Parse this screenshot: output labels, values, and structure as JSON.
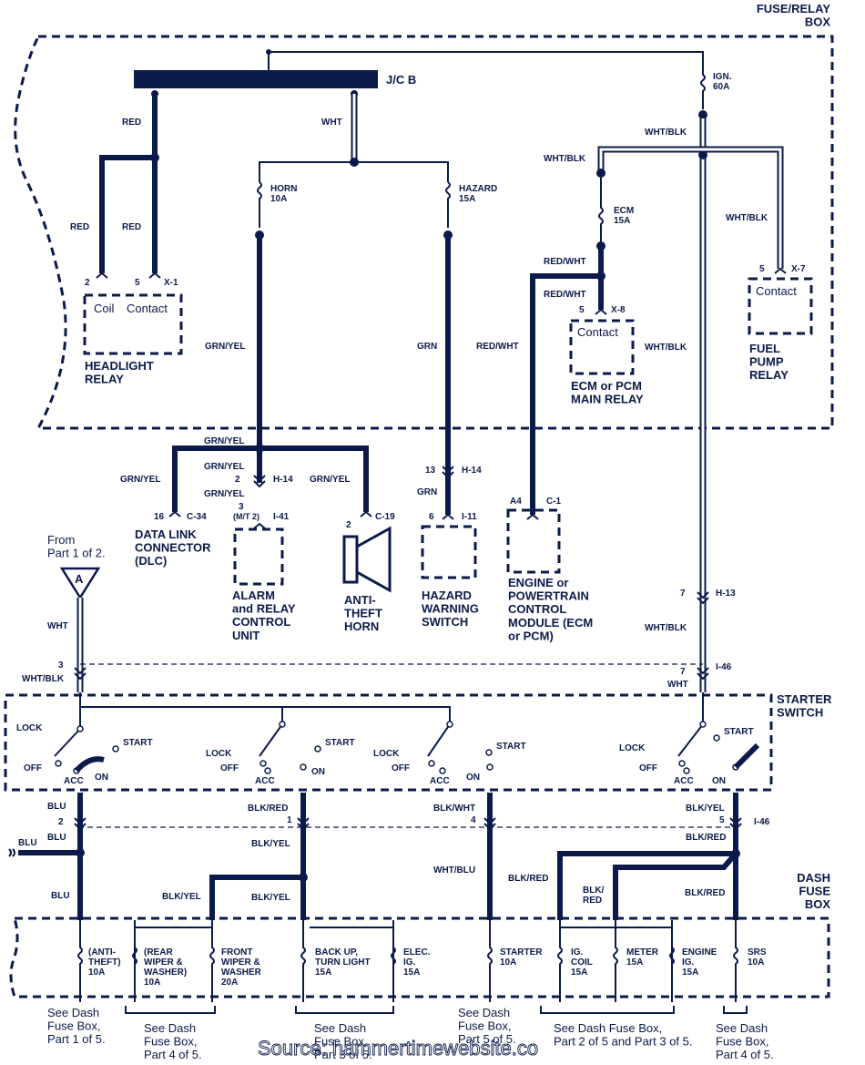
{
  "diagram": {
    "boxes": {
      "fuse_relay_box": "FUSE/RELAY\nBOX",
      "starter_switch": "STARTER\nSWITCH",
      "dash_fuse_box": "DASH\nFUSE\nBOX"
    },
    "jcb": "J/C B",
    "fuses_top": {
      "ign": "IGN.\n60A",
      "horn": "HORN\n10A",
      "hazard": "HAZARD\n15A",
      "ecm": "ECM\n15A"
    },
    "relays": {
      "headlight": {
        "title": "HEADLIGHT\nRELAY",
        "coil": "Coil",
        "contact": "Contact",
        "pin_coil": "2",
        "pin_contact": "5",
        "conn": "X-1"
      },
      "ecm_main": {
        "title": "ECM or PCM\nMAIN RELAY",
        "contact": "Contact",
        "pin": "5",
        "conn": "X-8"
      },
      "fuel_pump": {
        "title": "FUEL\nPUMP\nRELAY",
        "contact": "Contact",
        "pin": "5",
        "conn": "X-7"
      }
    },
    "wire_colors": {
      "red": "RED",
      "wht": "WHT",
      "wht_blk": "WHT/BLK",
      "red_wht": "RED/WHT",
      "grn_yel": "GRN/YEL",
      "grn": "GRN",
      "blu": "BLU",
      "blk_red": "BLK/RED",
      "blk_yel": "BLK/YEL",
      "blk_wht": "BLK/WHT",
      "wht_blu": "WHT/BLU",
      "blk_red_split": "BLK/\nRED"
    },
    "connectors": {
      "h14": "H-14",
      "i41": "I-41",
      "c34": "C-34",
      "c19": "C-19",
      "i11": "I-11",
      "c1": "C-1",
      "h13": "H-13",
      "i46": "I-46",
      "mt2": "(M/T 2)",
      "n2": "2",
      "n3": "3",
      "n16": "16",
      "n13": "13",
      "n6": "6",
      "a4": "A4",
      "n7": "7",
      "n1": "1",
      "n4": "4",
      "n5": "5"
    },
    "components": {
      "dlc": "DATA LINK\nCONNECTOR\n(DLC)",
      "alarm": "ALARM\nand RELAY\nCONTROL\nUNIT",
      "antitheft_horn": "ANTI-\nTHEFT\nHORN",
      "hazard_switch": "HAZARD\nWARNING\nSWITCH",
      "ecm_module": "ENGINE or\nPOWERTRAIN\nCONTROL\nMODULE (ECM\nor PCM)"
    },
    "from_part": "From\nPart 1 of 2.",
    "from_badge": "A",
    "switch_pos": {
      "lock": "LOCK",
      "off": "OFF",
      "acc": "ACC",
      "on": "ON",
      "start": "START"
    },
    "dash_fuses": {
      "antitheft": "(ANTI-\nTHEFT)\n10A",
      "rear_wiper": "(REAR\nWIPER &\nWASHER)\n10A",
      "front_wiper": "FRONT\nWIPER &\nWASHER\n20A",
      "backup": "BACK UP,\nTURN LIGHT\n15A",
      "elec_ig": "ELEC.\nIG.\n15A",
      "starter": "STARTER\n10A",
      "ig_coil": "IG.\nCOIL\n15A",
      "meter": "METER\n15A",
      "engine_ig": "ENGINE\nIG.\n15A",
      "srs": "SRS\n10A"
    },
    "footnotes": {
      "f1": "See Dash\nFuse Box,\nPart 1 of 5.",
      "f2": "See Dash\nFuse Box,\nPart 4 of 5.",
      "f3": "See Dash\nFuse Box,\nPart 3 of 5.",
      "f4": "See Dash\nFuse Box,\nPart 5 of 5.",
      "f5": "See Dash Fuse Box,\nPart 2 of 5 and Part 3 of 5.",
      "f6": "See Dash\nFuse Box,\nPart 4 of 5."
    },
    "watermark": "Source: hammertimewebsite.co"
  }
}
